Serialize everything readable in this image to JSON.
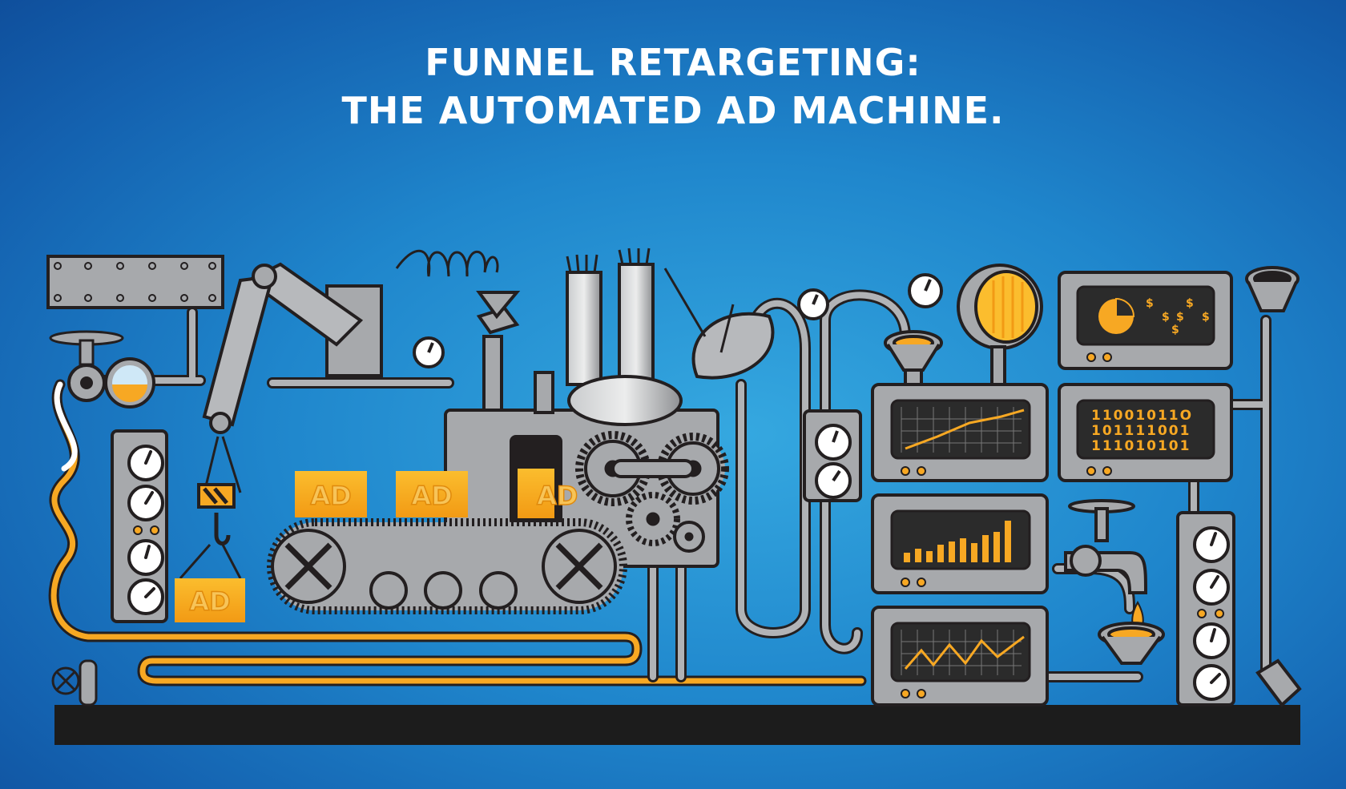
{
  "title": {
    "line1": "FUNNEL RETARGETING:",
    "line2": "THE AUTOMATED AD MACHINE."
  },
  "ad_labels": [
    "AD",
    "AD",
    "AD",
    "AD"
  ],
  "binary_display": {
    "rows": [
      "11001011O",
      "101111001",
      "111010101"
    ]
  },
  "colors": {
    "background": "#1f86cc",
    "metal": "#a7a9ac",
    "outline": "#231f20",
    "accent": "#f7a823",
    "screen": "#2b2b2b",
    "floor": "#1c1c1c"
  },
  "icons": [
    "valve-wheel-icon",
    "gauge-icon",
    "gear-icon",
    "satellite-dish-icon",
    "funnel-icon",
    "crane-hook-icon",
    "pie-chart-icon",
    "line-chart-icon",
    "bar-chart-icon",
    "zigzag-chart-icon"
  ]
}
